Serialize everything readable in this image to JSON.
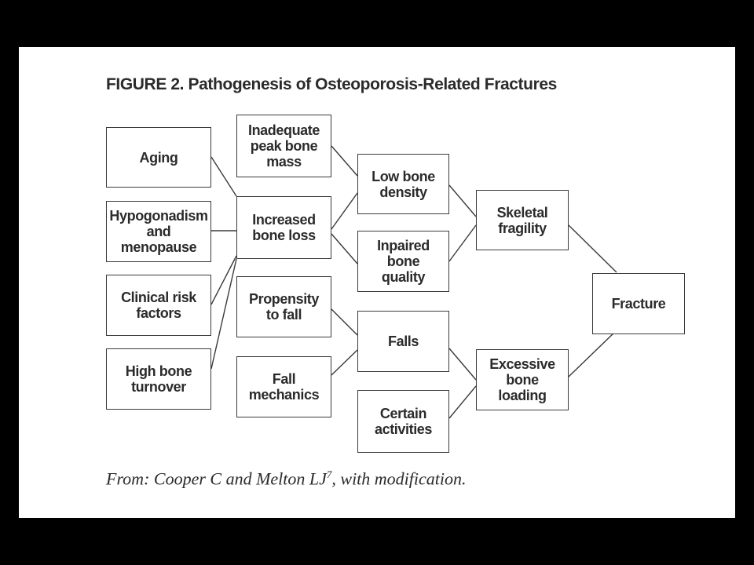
{
  "figure": {
    "title": "FIGURE 2. Pathogenesis of Osteoporosis-Related Fractures",
    "caption_main": "From: Cooper C and Melton LJ",
    "caption_sup": "7",
    "caption_tail": ", with modification."
  },
  "nodes": {
    "aging": "Aging",
    "hypogonadism": "Hypogonadism\nand\nmenopause",
    "clinical_risk": "Clinical risk\nfactors",
    "high_turnover": "High bone\nturnover",
    "inadequate_peak": "Inadequate\npeak bone\nmass",
    "increased_loss": "Increased\nbone loss",
    "propensity_fall": "Propensity\nto fall",
    "fall_mechanics": "Fall\nmechanics",
    "low_density": "Low bone\ndensity",
    "impaired_quality": "Inpaired\nbone\nquality",
    "falls": "Falls",
    "certain_activities": "Certain\nactivities",
    "skeletal_fragility": "Skeletal\nfragility",
    "excessive_loading": "Excessive\nbone\nloading",
    "fracture": "Fracture"
  },
  "colors": {
    "background": "#000000",
    "panel": "#ffffff",
    "ink": "#2b2b2b"
  }
}
